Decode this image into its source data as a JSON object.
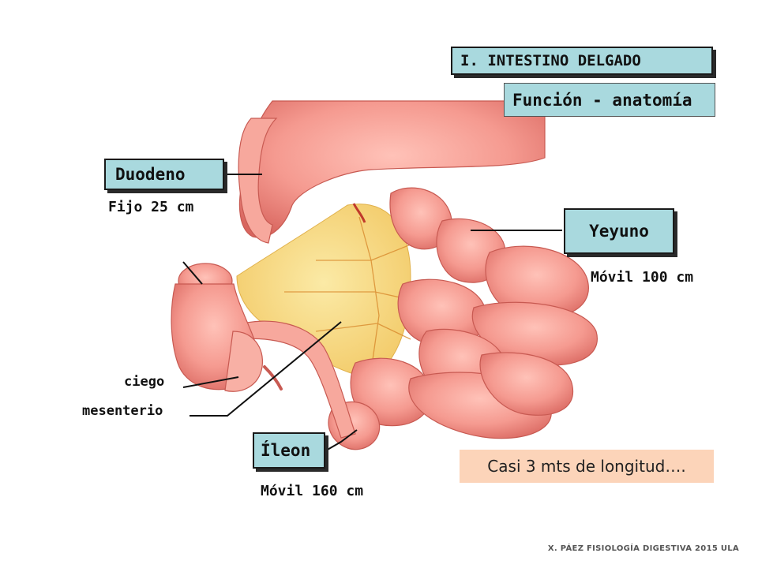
{
  "slide": {
    "title": "I. INTESTINO DELGADO",
    "subtitle": "Función - anatomía",
    "footer": "X. PÁEZ   FISIOLOGÍA DIGESTIVA 2015  ULA"
  },
  "labels": {
    "duodeno": {
      "name": "Duodeno",
      "detail": "Fijo 25 cm"
    },
    "yeyuno": {
      "name": "Yeyuno",
      "detail": "Móvil 100 cm"
    },
    "ileon": {
      "name": "Íleon",
      "detail": "Móvil 160 cm"
    },
    "ciego": "ciego",
    "mesenterio": "mesenterio"
  },
  "note": "Casi 3 mts de longitud….",
  "colors": {
    "label_box": "#a9d9de",
    "note_box": "#fcd4b9",
    "intestine": "#f59a90",
    "intestine_shadow": "#d8655e",
    "mesentery": "#f7dc7a"
  }
}
